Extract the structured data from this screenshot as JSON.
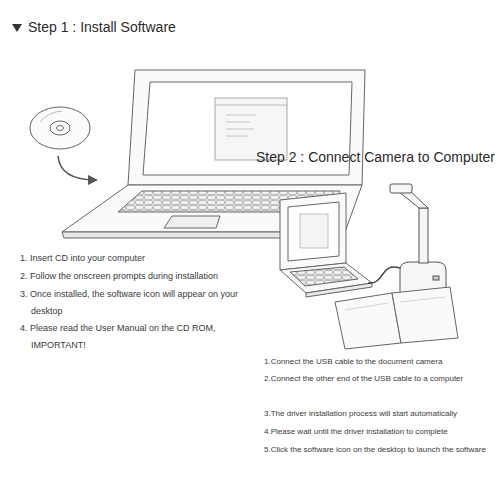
{
  "diagram": {
    "labels": [
      "Step 1 : Install Software",
      "1. Insert CD into your computer",
      "2. Follow the onscreen prompts during installation",
      "3. Once installed, the software icon will appear on your desktop",
      "4. Please read the User Manual on the CD ROM, IMPORTANT!",
      "Step 2 : Connect Camera to Computer",
      "1.Connect the USB cable to the document camera",
      "2.Connect the other end of the USB cable to a computer",
      "3.The driver installation process will start automatically",
      "4.Please wait until the driver installation to complete",
      "5.Click the software icon on the desktop to launch the software"
    ]
  }
}
